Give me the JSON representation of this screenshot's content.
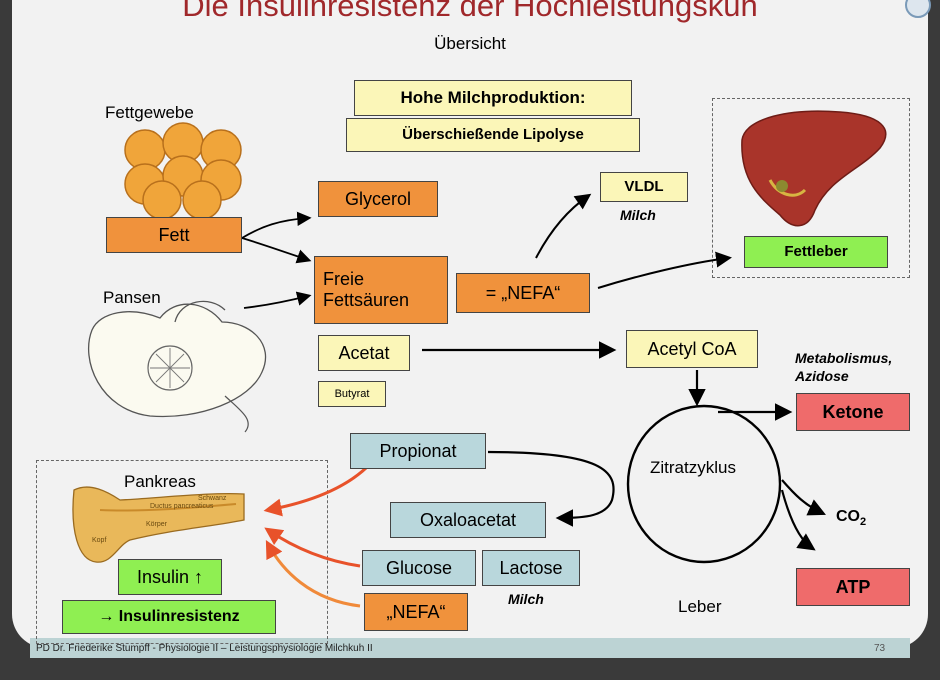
{
  "title": "Die Insulinresistenz der Hochleistungskuh",
  "subtitle": "Übersicht",
  "header_boxes": {
    "production": "Hohe Milchproduktion:",
    "lipolysis": "Überschießende Lipolyse"
  },
  "labels": {
    "fettgewebe": "Fettgewebe",
    "pansen": "Pansen",
    "pankreas": "Pankreas",
    "zitratzyklus": "Zitratzyklus",
    "leber": "Leber",
    "metabolismus": "Metabolismus,\nAzidose",
    "milch_vldl": "Milch",
    "milch_lactose": "Milch"
  },
  "boxes": {
    "fett": "Fett",
    "glycerol": "Glycerol",
    "freie_fettsaeuren": "Freie\nFettsäuren",
    "nefa_eq": "= „NEFA“",
    "vldl": "VLDL",
    "fettleber": "Fettleber",
    "acetat": "Acetat",
    "butyrat": "Butyrat",
    "acetyl_coa": "Acetyl CoA",
    "ketone": "Ketone",
    "co2_main": "CO",
    "co2_sub": "2",
    "atp": "ATP",
    "propionat": "Propionat",
    "oxaloacetat": "Oxaloacetat",
    "glucose": "Glucose",
    "lactose": "Lactose",
    "nefa": "„NEFA“",
    "insulin": "Insulin ↑",
    "insulinresistenz": "→ Insulinresistenz"
  },
  "footer": {
    "author": "PD Dr. Friederike Stumpff - Physiologie II – Leistungsphysiologie Milchkuh II",
    "page": "73"
  },
  "colors": {
    "title": "#a0282b",
    "orange": "#f0923c",
    "yellow": "#fbf6b8",
    "teal": "#b9d7dc",
    "red": "#ef6b6b",
    "green": "#8fef52",
    "arrow_orange": "#e8522a"
  }
}
